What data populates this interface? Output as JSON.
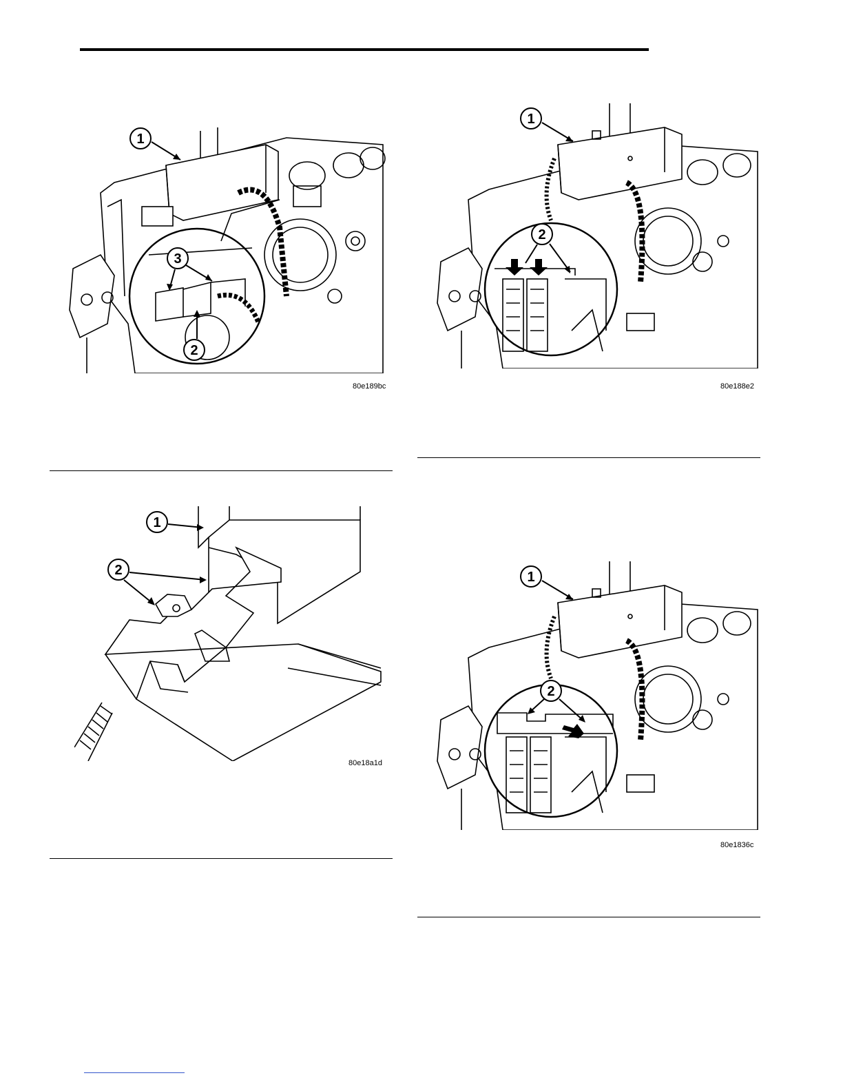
{
  "figures": [
    {
      "code": "80e189bc",
      "callouts": [
        "1",
        "3",
        "2"
      ]
    },
    {
      "code": "80e188e2",
      "callouts": [
        "1",
        "2"
      ]
    },
    {
      "code": "80e18a1d",
      "callouts": [
        "1",
        "2"
      ]
    },
    {
      "code": "80e1836c",
      "callouts": [
        "1",
        "2"
      ]
    }
  ]
}
